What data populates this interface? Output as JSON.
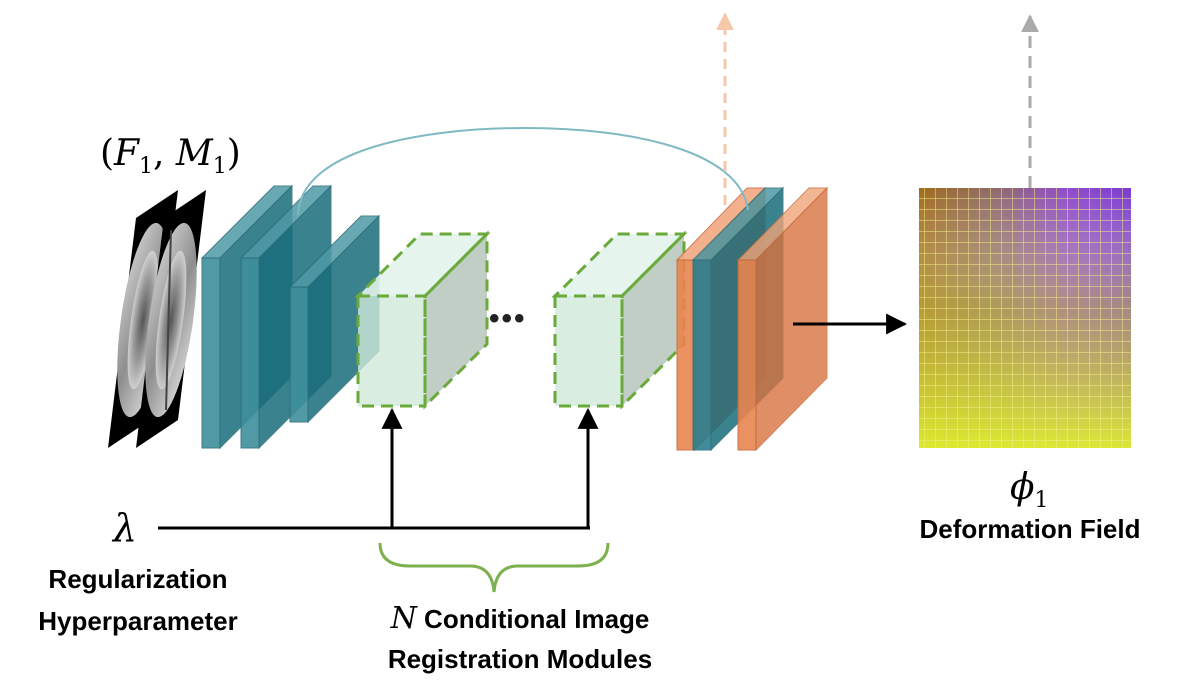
{
  "input_label": {
    "open": "(",
    "f": "F",
    "f_sub": "1",
    "sep": ", ",
    "m": "M",
    "m_sub": "1",
    "close": ")"
  },
  "lambda_symbol": "λ",
  "regularization_label": {
    "line1": "Regularization",
    "line2": "Hyperparameter"
  },
  "modules_label": {
    "n": "N",
    "line1_rest": " Conditional Image",
    "line2": "Registration Modules"
  },
  "ellipsis": "•••",
  "phi_symbol": {
    "phi": "ϕ",
    "sub": "1"
  },
  "deformation_label": "Deformation Field",
  "colors": {
    "encoder_teal": "#1e7d8c",
    "decoder_orange": "#e9844f",
    "module_green_fill": "#cfe9da",
    "module_green_border": "#6aaa3a",
    "skip_arc": "#7fb9c2",
    "arrow_black": "#000000",
    "arrow_faded_orange": "#f6c7a8",
    "arrow_faded_gray": "#aaaaaa",
    "brace_green": "#7db04e"
  }
}
